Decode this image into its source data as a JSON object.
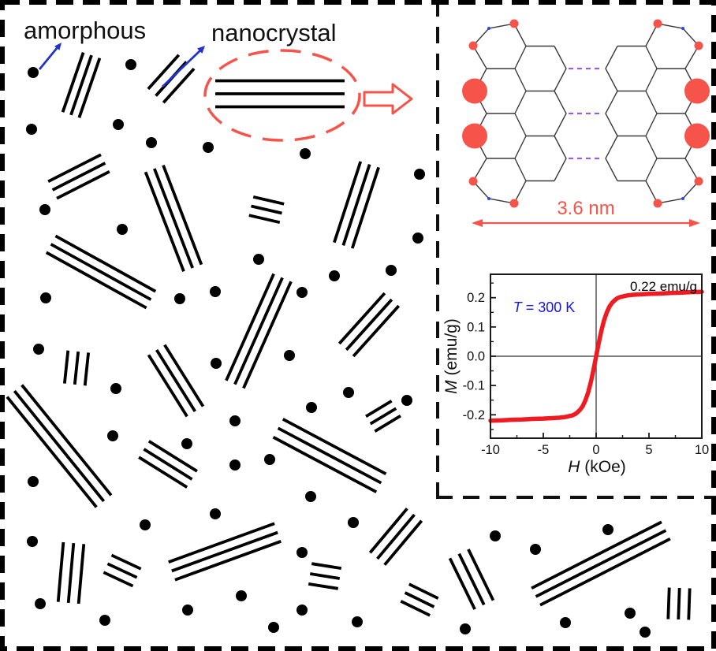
{
  "figure": {
    "labels": {
      "amorphous": "amorphous",
      "nanocrystal": "nanocrystal"
    },
    "scale_label": "3.6 nm",
    "colors": {
      "accent_red": "#f6544b",
      "curve_red": "#ee1b22",
      "arrow_blue": "#2233cc",
      "text_blue": "#1414f0",
      "purple": "#9a5fd0",
      "ink": "#111111"
    },
    "scatter": {
      "dot_radius": 7,
      "line_width": 3.8,
      "dots": [
        [
          42,
          92
        ],
        [
          166,
          82
        ],
        [
          40,
          164
        ],
        [
          150,
          158
        ],
        [
          192,
          181
        ],
        [
          264,
          187
        ],
        [
          387,
          195
        ],
        [
          532,
          221
        ],
        [
          57,
          266
        ],
        [
          155,
          291
        ],
        [
          328,
          329
        ],
        [
          530,
          302
        ],
        [
          58,
          378
        ],
        [
          228,
          379
        ],
        [
          273,
          370
        ],
        [
          383,
          371
        ],
        [
          424,
          350
        ],
        [
          496,
          343
        ],
        [
          49,
          443
        ],
        [
          274,
          461
        ],
        [
          367,
          451
        ],
        [
          147,
          493
        ],
        [
          442,
          498
        ],
        [
          143,
          553
        ],
        [
          237,
          563
        ],
        [
          395,
          517
        ],
        [
          516,
          508
        ],
        [
          298,
          534
        ],
        [
          298,
          590
        ],
        [
          342,
          583
        ],
        [
          42,
          611
        ],
        [
          394,
          630
        ],
        [
          184,
          666
        ],
        [
          273,
          652
        ],
        [
          41,
          687
        ],
        [
          448,
          663
        ],
        [
          383,
          701
        ],
        [
          628,
          680
        ],
        [
          679,
          697
        ],
        [
          771,
          672
        ],
        [
          51,
          766
        ],
        [
          133,
          787
        ],
        [
          238,
          774
        ],
        [
          306,
          756
        ],
        [
          347,
          796
        ],
        [
          383,
          774
        ],
        [
          453,
          789
        ],
        [
          590,
          798
        ],
        [
          717,
          790
        ],
        [
          799,
          778
        ],
        [
          818,
          802
        ]
      ],
      "crystals": [
        [
          103,
          108,
          -71,
          80,
          11
        ],
        [
          217,
          100,
          -48,
          58,
          13
        ],
        [
          355,
          119,
          0,
          164,
          16.5
        ],
        [
          100,
          224,
          -27,
          75,
          12
        ],
        [
          220,
          277,
          69,
          135,
          12
        ],
        [
          128,
          345,
          29,
          145,
          12
        ],
        [
          338,
          266,
          13,
          40,
          12
        ],
        [
          452,
          260,
          -72,
          108,
          12
        ],
        [
          97,
          467,
          -84,
          42,
          13
        ],
        [
          75,
          566,
          51,
          180,
          12
        ],
        [
          223,
          483,
          58,
          92,
          12
        ],
        [
          213,
          589,
          32,
          72,
          12
        ],
        [
          328,
          420,
          -66,
          148,
          12
        ],
        [
          468,
          412,
          -48,
          86,
          12
        ],
        [
          486,
          528,
          -31,
          38,
          11
        ],
        [
          418,
          578,
          28,
          148,
          13
        ],
        [
          90,
          727,
          -85,
          76,
          13
        ],
        [
          155,
          724,
          25,
          41,
          12
        ],
        [
          285,
          700,
          -20,
          143,
          12
        ],
        [
          412,
          731,
          9,
          38,
          13
        ],
        [
          502,
          681,
          -50,
          73,
          12
        ],
        [
          532,
          761,
          26,
          41,
          12
        ],
        [
          598,
          735,
          64,
          72,
          13
        ],
        [
          762,
          715,
          -27,
          185,
          12
        ],
        [
          861,
          766,
          -88,
          40,
          13
        ]
      ]
    }
  },
  "chart_data": {
    "type": "line",
    "title": "",
    "xlabel_var": "H",
    "xlabel_rest": " (kOe)",
    "ylabel_var": "M",
    "ylabel_rest": " (emu/g)",
    "xlim": [
      -10,
      10
    ],
    "ylim": [
      -0.28,
      0.28
    ],
    "xticks": [
      -10,
      -5,
      0,
      5,
      10
    ],
    "xtick_labels": [
      "-10",
      "-5",
      "0",
      "5",
      "10"
    ],
    "xminor": [
      -7.5,
      -2.5,
      2.5,
      7.5
    ],
    "yticks": [
      -0.2,
      -0.1,
      0,
      0.1,
      0.2
    ],
    "ytick_labels": [
      "-0.2",
      "-0.1",
      "0.0",
      "0.1",
      "0.2"
    ],
    "yminor": [
      -0.25,
      -0.15,
      -0.05,
      0.05,
      0.15,
      0.25
    ],
    "grid": false,
    "zero_lines": true,
    "annotations": {
      "saturation": {
        "text": "0.22 emu/g",
        "color": "#000000"
      },
      "temperature": {
        "var": "T",
        "rest": " = 300 K",
        "color": "#1414f0"
      }
    },
    "series": [
      {
        "name": "magnetization curve",
        "color": "#ee1b22",
        "x": [
          -10,
          -9,
          -8,
          -7,
          -6,
          -5,
          -4.5,
          -4,
          -3.5,
          -3,
          -2.5,
          -2.25,
          -2,
          -1.75,
          -1.5,
          -1.25,
          -1,
          -0.75,
          -0.5,
          -0.25,
          0,
          0.25,
          0.5,
          0.75,
          1,
          1.25,
          1.5,
          1.75,
          2,
          2.25,
          2.5,
          3,
          3.5,
          4,
          4.5,
          5,
          6,
          7,
          8,
          9,
          10
        ],
        "y": [
          -0.22,
          -0.219,
          -0.217,
          -0.216,
          -0.214,
          -0.213,
          -0.212,
          -0.211,
          -0.21,
          -0.208,
          -0.204,
          -0.202,
          -0.198,
          -0.191,
          -0.182,
          -0.169,
          -0.149,
          -0.123,
          -0.088,
          -0.046,
          0,
          0.046,
          0.088,
          0.123,
          0.149,
          0.169,
          0.182,
          0.191,
          0.198,
          0.202,
          0.204,
          0.208,
          0.21,
          0.211,
          0.212,
          0.213,
          0.214,
          0.216,
          0.217,
          0.219,
          0.22
        ]
      }
    ]
  }
}
